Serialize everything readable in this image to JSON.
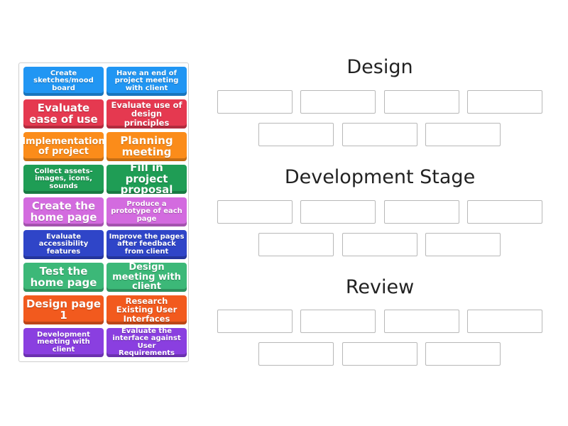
{
  "tiles": [
    {
      "label": "Create sketches/mood board",
      "color": "#2196f3"
    },
    {
      "label": "Have an end of project meeting with client",
      "color": "#2196f3"
    },
    {
      "label": "Evaluate ease of use",
      "color": "#e53950"
    },
    {
      "label": "Evaluate use of design principles",
      "color": "#e53950"
    },
    {
      "label": "Implementation of project",
      "color": "#fb8c1a"
    },
    {
      "label": "Planning meeting",
      "color": "#fb8c1a"
    },
    {
      "label": "Collect assets- images, icons, sounds",
      "color": "#1f9d55"
    },
    {
      "label": "Fill in project proposal",
      "color": "#1f9d55"
    },
    {
      "label": "Create the home page",
      "color": "#d36bdf"
    },
    {
      "label": "Produce a prototype of each page",
      "color": "#d36bdf"
    },
    {
      "label": "Evaluate accessibility features",
      "color": "#2f45c8"
    },
    {
      "label": "Improve the pages after feedback from client",
      "color": "#2f45c8"
    },
    {
      "label": "Test the home page",
      "color": "#3cb878"
    },
    {
      "label": "Design meeting with client",
      "color": "#3cb878"
    },
    {
      "label": "Design page 1",
      "color": "#f25a1e"
    },
    {
      "label": "Research Existing User Interfaces",
      "color": "#f25a1e"
    },
    {
      "label": "Development meeting with client",
      "color": "#8a3fe0"
    },
    {
      "label": "Evaluate the interface against User Requirements",
      "color": "#8a3fe0"
    }
  ],
  "groups": [
    {
      "title": "Design"
    },
    {
      "title": "Development Stage"
    },
    {
      "title": "Review"
    }
  ]
}
